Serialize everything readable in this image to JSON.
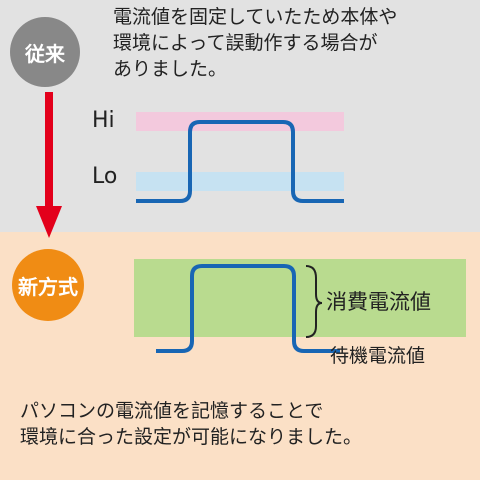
{
  "old_method": {
    "badge": "従来",
    "description_lines": [
      "電流値を固定していたため本体や",
      "環境によって誤動作する場合が",
      "ありました。"
    ],
    "level_hi": "Hi",
    "level_lo": "Lo"
  },
  "new_method": {
    "badge": "新方式",
    "consumption_label": "消費電流値",
    "standby_label": "待機電流値",
    "description_lines": [
      "パソコンの電流値を記憶することで",
      "環境に合った設定が可能になりました。"
    ]
  },
  "colors": {
    "top_panel": "#e2e2e2",
    "bottom_panel": "#fbe0c6",
    "old_badge": "#888888",
    "new_badge": "#f08c14",
    "arrow": "#e3001b",
    "signal_line": "#1866b4",
    "hi_band": "#f3c9dd",
    "lo_band": "#c6e2f2",
    "green_band": "#b9db8f"
  }
}
